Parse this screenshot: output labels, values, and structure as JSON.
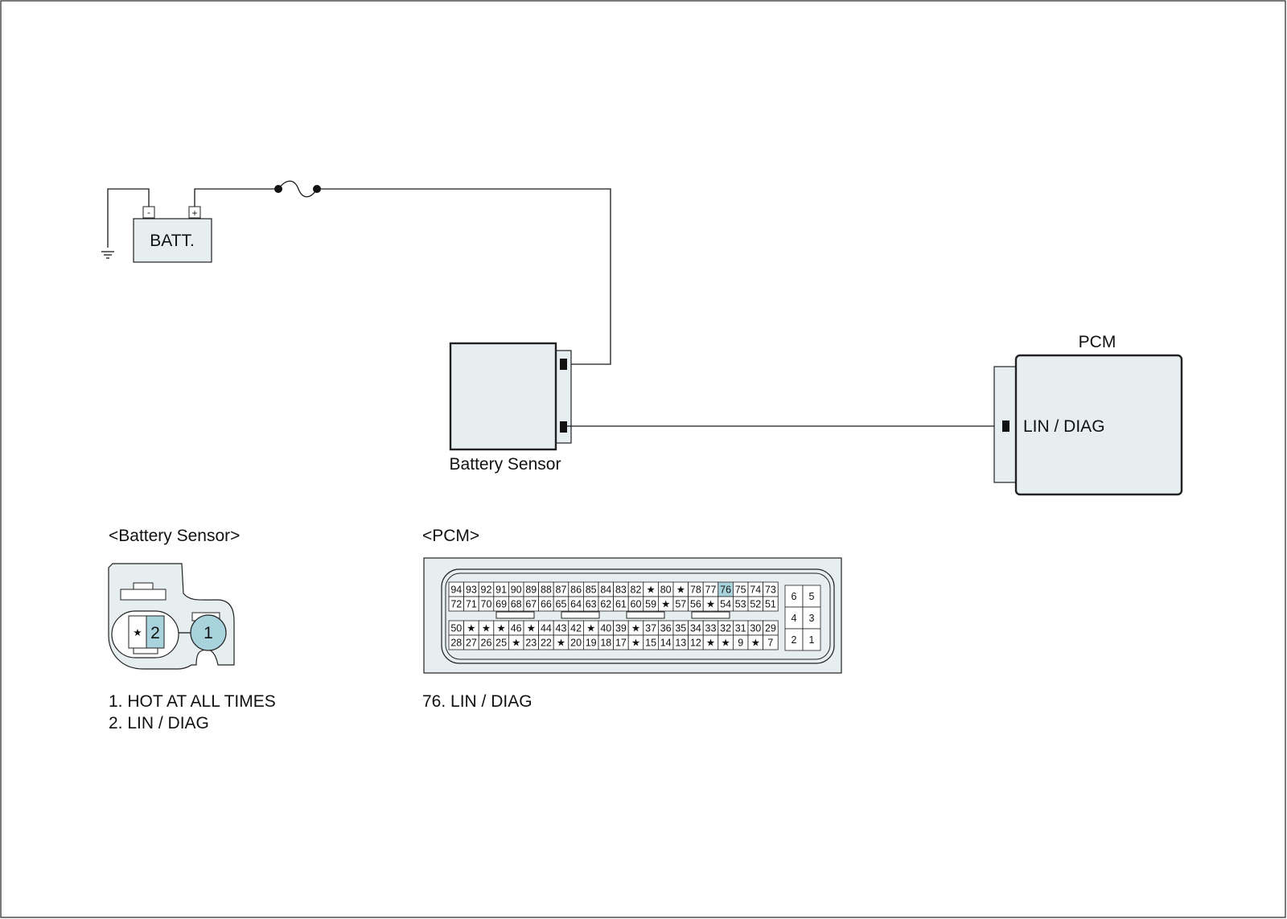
{
  "diagram": {
    "battery_label": "BATT.",
    "battery_neg": "-",
    "battery_pos": "+",
    "battery_sensor_label": "Battery Sensor",
    "pcm_label": "PCM",
    "pcm_signal": "LIN / DIAG"
  },
  "battery_sensor_connector": {
    "title": "<Battery Sensor>",
    "pins": [
      {
        "id": "star",
        "label": "★"
      },
      {
        "id": "2",
        "label": "2",
        "highlighted": true
      },
      {
        "id": "1",
        "label": "1",
        "highlighted": true
      }
    ],
    "legend": [
      "1. HOT AT ALL TIMES",
      "2. LIN / DIAG"
    ]
  },
  "pcm_connector": {
    "title": "<PCM>",
    "highlight_pin": "76",
    "highlight_color": "#a9d3dc",
    "rows": [
      [
        "94",
        "93",
        "92",
        "91",
        "90",
        "89",
        "88",
        "87",
        "86",
        "85",
        "84",
        "83",
        "82",
        "★",
        "80",
        "★",
        "78",
        "77",
        "76",
        "75",
        "74",
        "73"
      ],
      [
        "72",
        "71",
        "70",
        "69",
        "68",
        "67",
        "66",
        "65",
        "64",
        "63",
        "62",
        "61",
        "60",
        "59",
        "★",
        "57",
        "56",
        "★",
        "54",
        "53",
        "52",
        "51"
      ],
      [
        "50",
        "★",
        "★",
        "★",
        "46",
        "★",
        "44",
        "43",
        "42",
        "★",
        "40",
        "39",
        "★",
        "37",
        "36",
        "35",
        "34",
        "33",
        "32",
        "31",
        "30",
        "29"
      ],
      [
        "28",
        "27",
        "26",
        "25",
        "★",
        "23",
        "22",
        "★",
        "20",
        "19",
        "18",
        "17",
        "★",
        "15",
        "14",
        "13",
        "12",
        "★",
        "★",
        "9",
        "★",
        "7"
      ]
    ],
    "side_block": [
      [
        "6",
        "5"
      ],
      [
        "4",
        "3"
      ],
      [
        "2",
        "1"
      ]
    ],
    "legend": [
      "76. LIN / DIAG"
    ]
  },
  "colors": {
    "component_fill": "#e6eef0",
    "pin_highlight": "#a9d3dc"
  }
}
